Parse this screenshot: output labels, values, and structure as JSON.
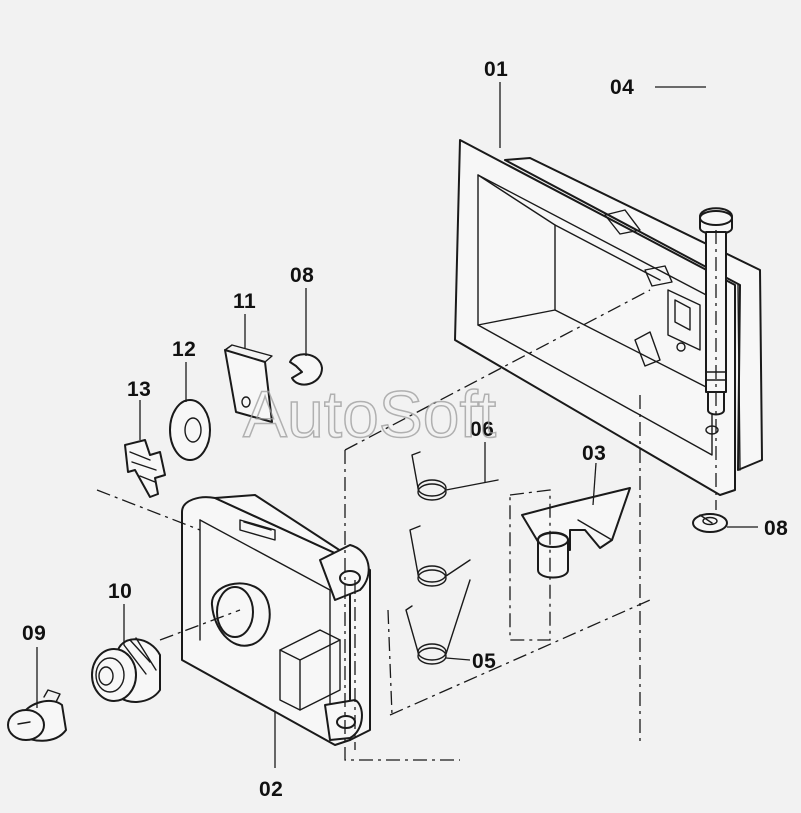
{
  "watermark": "AutoSoft",
  "labels": {
    "p01": "01",
    "p02": "02",
    "p03": "03",
    "p04": "04",
    "p05": "05",
    "p06": "06",
    "p08a": "08",
    "p08b": "08",
    "p09": "09",
    "p10": "10",
    "p11": "11",
    "p12": "12",
    "p13": "13"
  }
}
